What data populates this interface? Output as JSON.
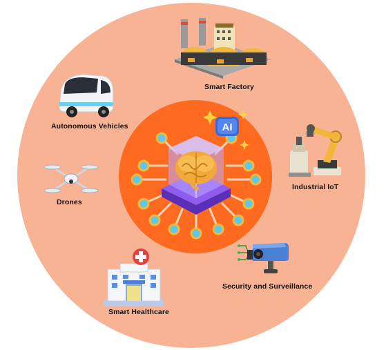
{
  "center": {
    "ai_badge": "AI"
  },
  "nodes": {
    "smart_factory": "Smart Factory",
    "autonomous_vehicles": "Autonomous Vehicles",
    "industrial_iot": "Industrial IoT",
    "drones": "Drones",
    "security": "Security and Surveillance",
    "smart_healthcare": "Smart Healthcare"
  },
  "colors": {
    "outer_ring": "#f8b394",
    "inner_core": "#ff6a21",
    "chip": "#7b4fe0",
    "node_pad": "#5ec8e8",
    "node_ring": "#f4b83a"
  }
}
